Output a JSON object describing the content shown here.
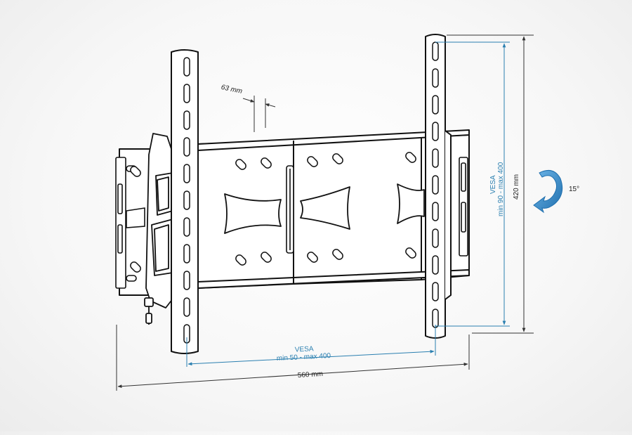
{
  "labels": {
    "gap": "63 mm",
    "width_total": "560 mm",
    "height_total": "420 mm",
    "tilt": "15°",
    "vesa_h_title": "VESA",
    "vesa_h_range": "min 50 - max 400",
    "vesa_v_title": "VESA",
    "vesa_v_range": "min 90 - max 400"
  },
  "colors": {
    "line": "#111111",
    "blue": "#2a7fb0",
    "arrow_blue": "#2f86c6",
    "grey_dim": "#555555"
  },
  "icons": {
    "tilt_arrow": "curved-arrow-icon"
  }
}
